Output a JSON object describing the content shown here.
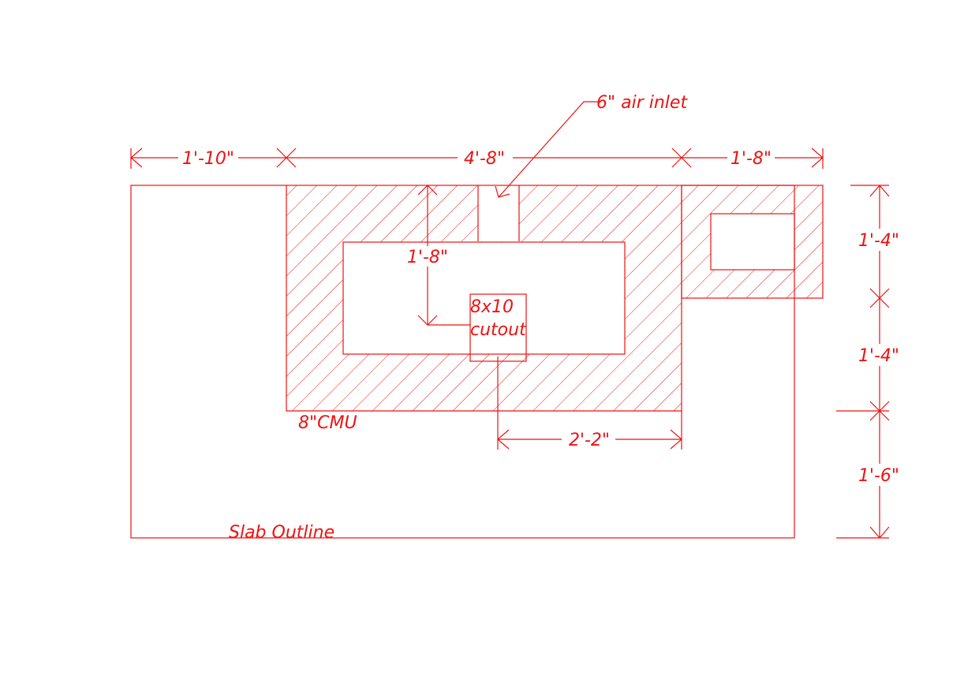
{
  "drawing": {
    "line_color": "#ee1111",
    "background": "#ffffff",
    "labels": {
      "air_inlet": "6\" air inlet",
      "cmu": "8\"CMU",
      "slab_outline": "Slab Outline",
      "cutout_line1": "8x10",
      "cutout_line2": "cutout"
    },
    "dimensions": {
      "top_left": "1'-10\"",
      "top_middle": "4'-8\"",
      "top_right": "1'-8\"",
      "right_top": "1'-4\"",
      "right_middle": "1'-4\"",
      "right_bottom": "1'-6\"",
      "inner_vertical": "1'-8\"",
      "inner_horizontal": "2'-2\""
    }
  }
}
